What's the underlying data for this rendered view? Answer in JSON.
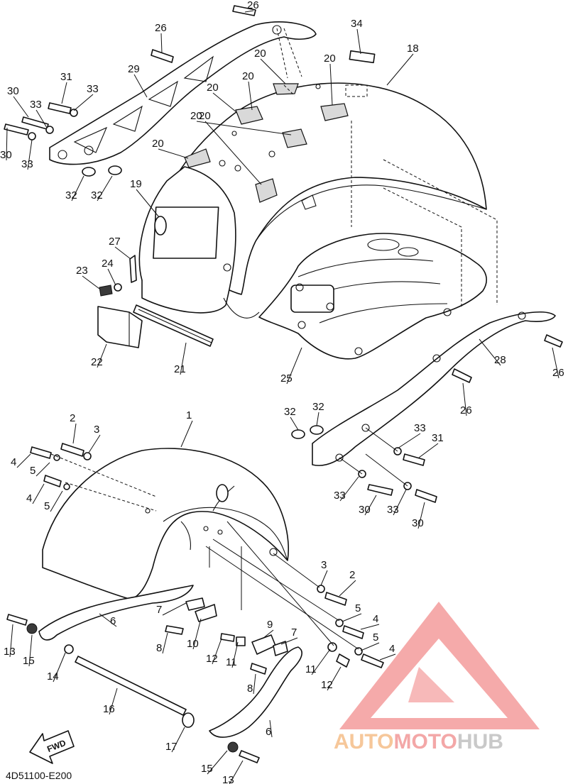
{
  "diagram": {
    "code": "4D51100-E200",
    "direction_label": "FWD",
    "callouts": [
      {
        "id": "c26a",
        "label": "26"
      },
      {
        "id": "c26b",
        "label": "26"
      },
      {
        "id": "c34",
        "label": "34"
      },
      {
        "id": "c18",
        "label": "18"
      },
      {
        "id": "c29",
        "label": "29"
      },
      {
        "id": "c20a",
        "label": "20"
      },
      {
        "id": "c20b",
        "label": "20"
      },
      {
        "id": "c20c",
        "label": "20"
      },
      {
        "id": "c20d",
        "label": "20"
      },
      {
        "id": "c20e",
        "label": "20"
      },
      {
        "id": "c20f",
        "label": "20"
      },
      {
        "id": "c20g",
        "label": "20"
      },
      {
        "id": "c31a",
        "label": "31"
      },
      {
        "id": "c30a",
        "label": "30"
      },
      {
        "id": "c33a",
        "label": "33"
      },
      {
        "id": "c33b",
        "label": "33"
      },
      {
        "id": "c30b",
        "label": "30"
      },
      {
        "id": "c33c",
        "label": "33"
      },
      {
        "id": "c32a",
        "label": "32"
      },
      {
        "id": "c32b",
        "label": "32"
      },
      {
        "id": "c19",
        "label": "19"
      },
      {
        "id": "c27",
        "label": "27"
      },
      {
        "id": "c23",
        "label": "23"
      },
      {
        "id": "c24",
        "label": "24"
      },
      {
        "id": "c22",
        "label": "22"
      },
      {
        "id": "c21",
        "label": "21"
      },
      {
        "id": "c25",
        "label": "25"
      },
      {
        "id": "c28",
        "label": "28"
      },
      {
        "id": "c26c",
        "label": "26"
      },
      {
        "id": "c26d",
        "label": "26"
      },
      {
        "id": "c32c",
        "label": "32"
      },
      {
        "id": "c32d",
        "label": "32"
      },
      {
        "id": "c33d",
        "label": "33"
      },
      {
        "id": "c31b",
        "label": "31"
      },
      {
        "id": "c33e",
        "label": "33"
      },
      {
        "id": "c30c",
        "label": "30"
      },
      {
        "id": "c33f",
        "label": "33"
      },
      {
        "id": "c30d",
        "label": "30"
      },
      {
        "id": "c1",
        "label": "1"
      },
      {
        "id": "c2a",
        "label": "2"
      },
      {
        "id": "c3a",
        "label": "3"
      },
      {
        "id": "c4a",
        "label": "4"
      },
      {
        "id": "c5a",
        "label": "5"
      },
      {
        "id": "c4b",
        "label": "4"
      },
      {
        "id": "c5b",
        "label": "5"
      },
      {
        "id": "c3b",
        "label": "3"
      },
      {
        "id": "c2b",
        "label": "2"
      },
      {
        "id": "c5c",
        "label": "5"
      },
      {
        "id": "c4c",
        "label": "4"
      },
      {
        "id": "c5d",
        "label": "5"
      },
      {
        "id": "c4d",
        "label": "4"
      },
      {
        "id": "c7a",
        "label": "7"
      },
      {
        "id": "c6a",
        "label": "6"
      },
      {
        "id": "c8a",
        "label": "8"
      },
      {
        "id": "c10",
        "label": "10"
      },
      {
        "id": "c12a",
        "label": "12"
      },
      {
        "id": "c11a",
        "label": "11"
      },
      {
        "id": "c9",
        "label": "9"
      },
      {
        "id": "c7b",
        "label": "7"
      },
      {
        "id": "c11b",
        "label": "11"
      },
      {
        "id": "c12b",
        "label": "12"
      },
      {
        "id": "c8b",
        "label": "8"
      },
      {
        "id": "c13a",
        "label": "13"
      },
      {
        "id": "c15a",
        "label": "15"
      },
      {
        "id": "c14",
        "label": "14"
      },
      {
        "id": "c16",
        "label": "16"
      },
      {
        "id": "c17",
        "label": "17"
      },
      {
        "id": "c6b",
        "label": "6"
      },
      {
        "id": "c15b",
        "label": "15"
      },
      {
        "id": "c13b",
        "label": "13"
      }
    ]
  },
  "watermark": {
    "part1": "AUTO",
    "part2": "MOTO",
    "part3": "HUB"
  },
  "colors": {
    "line": "#111111",
    "logo_orange": "#f6c79a",
    "logo_pink": "#f3a7a7",
    "logo_grey": "#c9c9c9"
  }
}
